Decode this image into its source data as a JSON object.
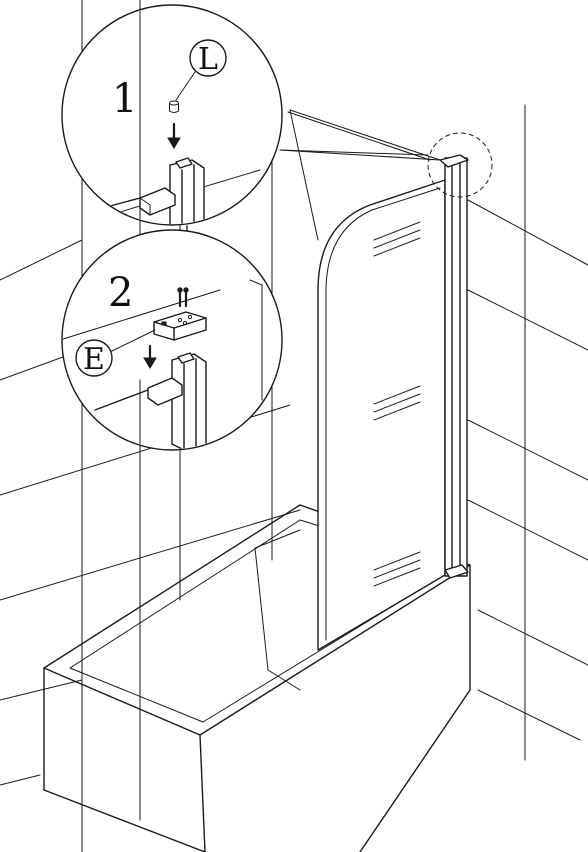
{
  "steps": [
    {
      "number": "1",
      "part_label": "L"
    },
    {
      "number": "2",
      "part_label": "E"
    }
  ],
  "colors": {
    "line": "#1a1a1a",
    "background": "#ffffff"
  },
  "icons": [
    "down-arrow-icon",
    "rotate-arrow-icon",
    "screwdriver-icon",
    "screw-icon",
    "bracket-icon"
  ]
}
